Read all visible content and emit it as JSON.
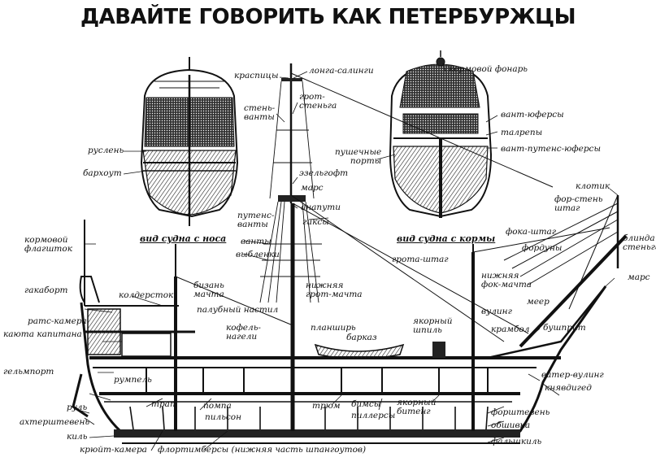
{
  "title": "ДАВАЙТЕ ГОВОРИТЬ КАК ПЕТЕРБУРЖЦЫ",
  "captions": {
    "bow_view": "вид судна с носа",
    "stern_view": "вид судна с кормы"
  },
  "labels": {
    "ruslen": "руслень",
    "barkhout": "бархоут",
    "krasnitsy": "краспицы",
    "longa_salingi": "лонга-салинги",
    "grot_stenga": "грот-\nстеньга",
    "sten_vanty": "стень-\nванты",
    "ezelgoft": "эзельгофт",
    "mars_mid": "марс",
    "anaputi": "анапути",
    "puttens_vanty": "путенс-\nванты",
    "giksy": "гиксы",
    "vanty": "ванты",
    "vyblenki": "выбленки",
    "kormovoy_fonar": "кормовой фонарь",
    "vant_yufersy": "вант-юферсы",
    "talrepy": "талрепы",
    "vant_puttens_yufersy": "вант-путенс-юферсы",
    "pushechnye_porty": "пушечные\nпорты",
    "klotik": "клотик",
    "for_sten_shtag": "фор-стень\nштаг",
    "blinda_stenga": "блинда\nстеньга",
    "mars_right": "марс",
    "foka_shtag": "фока-штаг",
    "forduny": "фордуны",
    "grota_shtag": "грота-штаг",
    "kormovoy_flagshtok": "кормовой\nфлагшток",
    "gakabort": "гакаборт",
    "kolderstok": "колдерсток",
    "bizan_machta": "бизань\nмачта",
    "paluby_nastil": "палубный настил",
    "nizhnyaya_grot_machta": "нижняя\nгрот-мачта",
    "nizhnyaya_fok_machta": "нижняя\nфок-мачта",
    "mer": "меер",
    "rats_kamera": "ратс-камера",
    "kayuta_kapitana": "каюта капитана",
    "kofel_nageli": "кофель-\nнагели",
    "planshir": "планширь",
    "barkaz": "барказ",
    "yakorny_shpil": "якорный\nшпиль",
    "vuling": "вулинг",
    "krambol": "крамбол",
    "bushprit": "бушприт",
    "gelmport": "гельмпорт",
    "rumpel": "румпель",
    "vater_vuling": "ватер-вулинг",
    "knyavdiged": "княвдигед",
    "rul": "руль",
    "akhterishteven": "ахтерштевень",
    "kil": "киль",
    "trap": "трап",
    "pompa": "помпа",
    "pilson": "пильсон",
    "tryum": "трюм",
    "bimsy": "бимсы",
    "pillersy": "пиллерсы",
    "yakorny_biteng": "якорный\nбитенг",
    "forshteven": "форштевень",
    "obshivka": "обшивка",
    "falshkil": "фальшкиль",
    "kryuyt_kamera": "крюйт-камера",
    "flortimbersy": "флортимберсы (нижняя часть шпангоутов)"
  }
}
